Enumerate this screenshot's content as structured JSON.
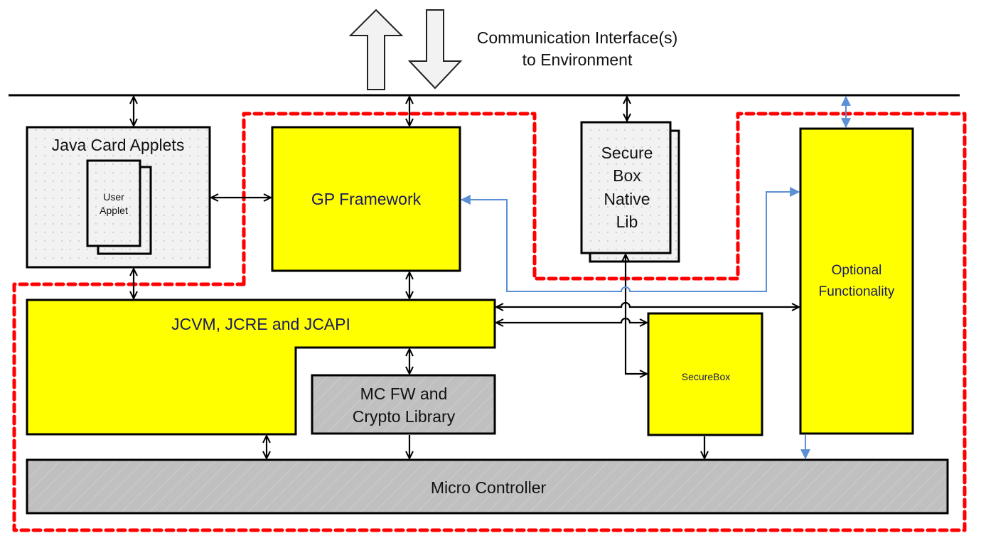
{
  "header": {
    "label_line1": "Communication Interface(s)",
    "label_line2": "to Environment"
  },
  "blocks": {
    "java_card_applets": {
      "title": "Java Card Applets"
    },
    "user_applet": {
      "line1": "User",
      "line2": "Applet"
    },
    "gp_framework": {
      "title": "GP Framework"
    },
    "secure_box_native_lib": {
      "line1": "Secure",
      "line2": "Box",
      "line3": "Native",
      "line4": "Lib"
    },
    "optional_functionality": {
      "line1": "Optional",
      "line2": "Functionality"
    },
    "jcvm": {
      "title": "JCVM, JCRE and JCAPI"
    },
    "mc_fw": {
      "line1": "MC FW and",
      "line2": "Crypto Library"
    },
    "securebox": {
      "title": "SecureBox"
    },
    "micro_controller": {
      "title": "Micro Controller"
    }
  },
  "colors": {
    "yellow_block": "#ffff00",
    "gray_block": "#c0c0c0",
    "dotted_block": "#f2f2f2",
    "boundary_red": "#ff0000",
    "blue_connector": "#5b8fd6",
    "label_navy": "#1a1a5e"
  }
}
